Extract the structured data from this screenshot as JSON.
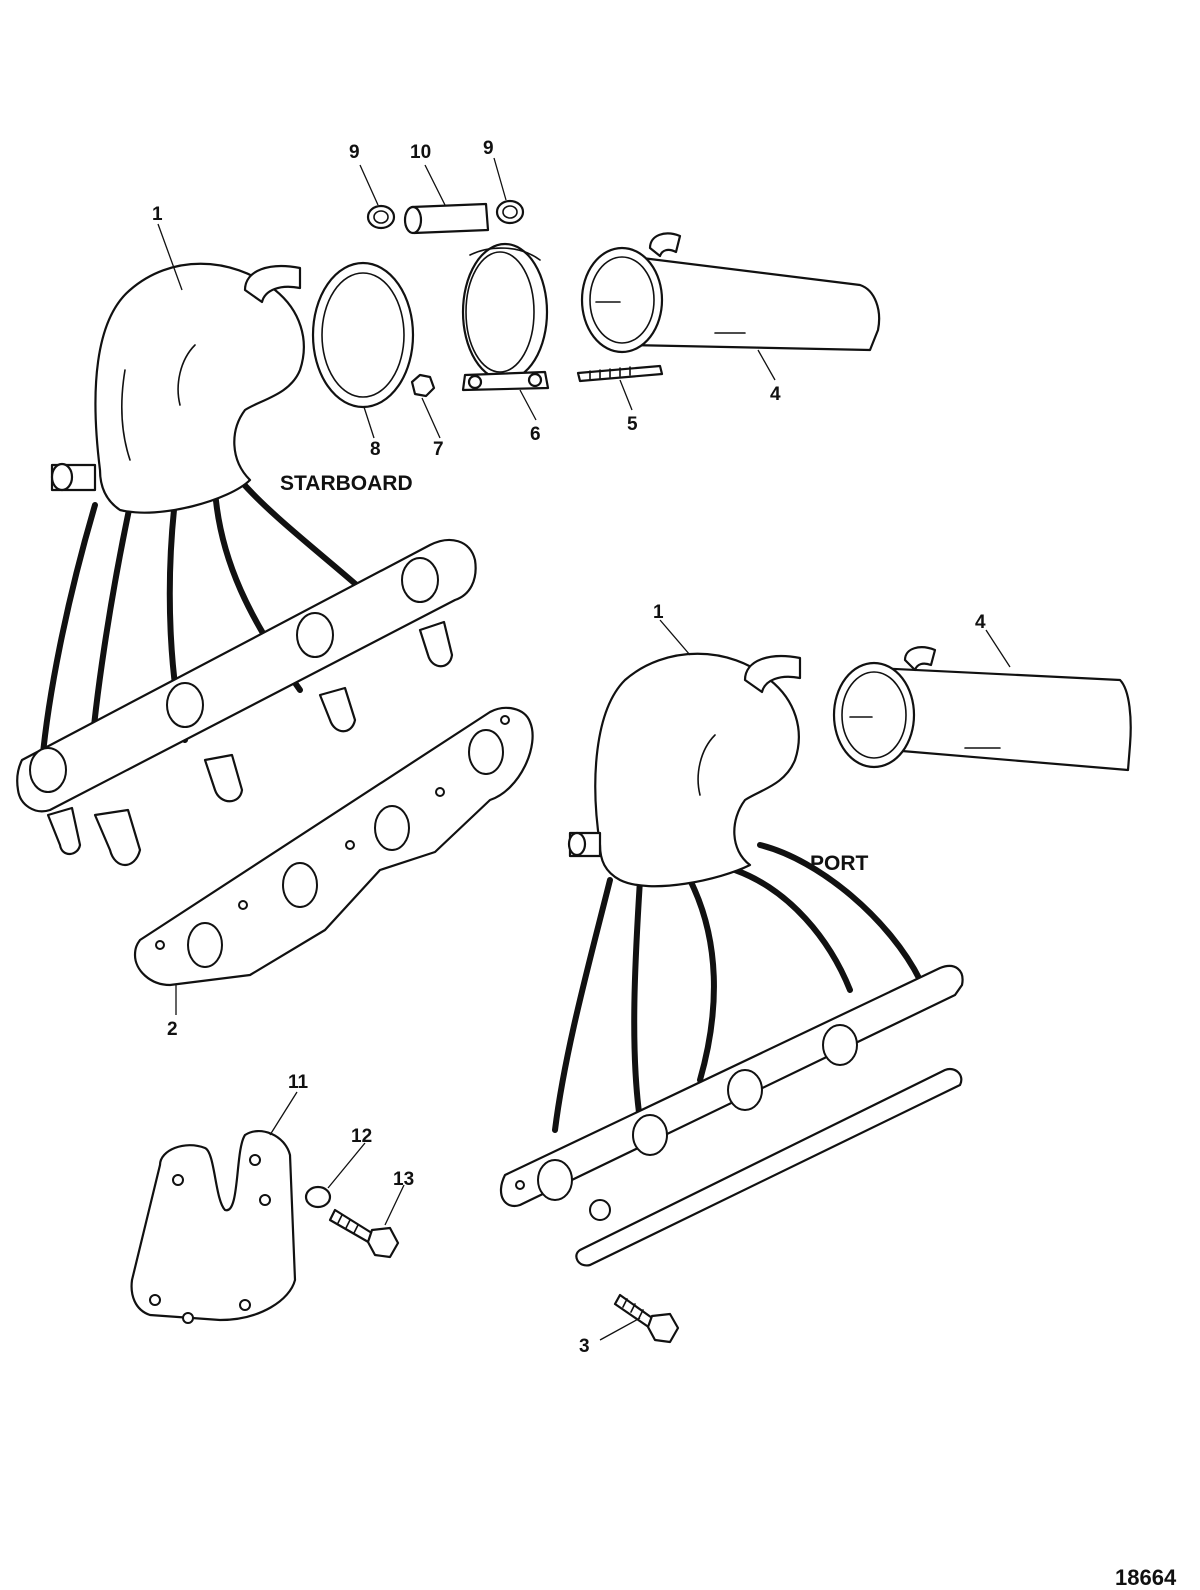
{
  "diagram": {
    "side_labels": {
      "starboard": "STARBOARD",
      "port": "PORT"
    },
    "figure_number": "18664",
    "callouts": [
      {
        "id": "c-9a",
        "label": "9"
      },
      {
        "id": "c-10",
        "label": "10"
      },
      {
        "id": "c-9b",
        "label": "9"
      },
      {
        "id": "c-1a",
        "label": "1"
      },
      {
        "id": "c-8",
        "label": "8"
      },
      {
        "id": "c-7",
        "label": "7"
      },
      {
        "id": "c-6",
        "label": "6"
      },
      {
        "id": "c-5",
        "label": "5"
      },
      {
        "id": "c-4a",
        "label": "4"
      },
      {
        "id": "c-1b",
        "label": "1"
      },
      {
        "id": "c-4b",
        "label": "4"
      },
      {
        "id": "c-2",
        "label": "2"
      },
      {
        "id": "c-11",
        "label": "11"
      },
      {
        "id": "c-12",
        "label": "12"
      },
      {
        "id": "c-13",
        "label": "13"
      },
      {
        "id": "c-3",
        "label": "3"
      }
    ],
    "line_color": "#111111",
    "background": "#ffffff"
  }
}
